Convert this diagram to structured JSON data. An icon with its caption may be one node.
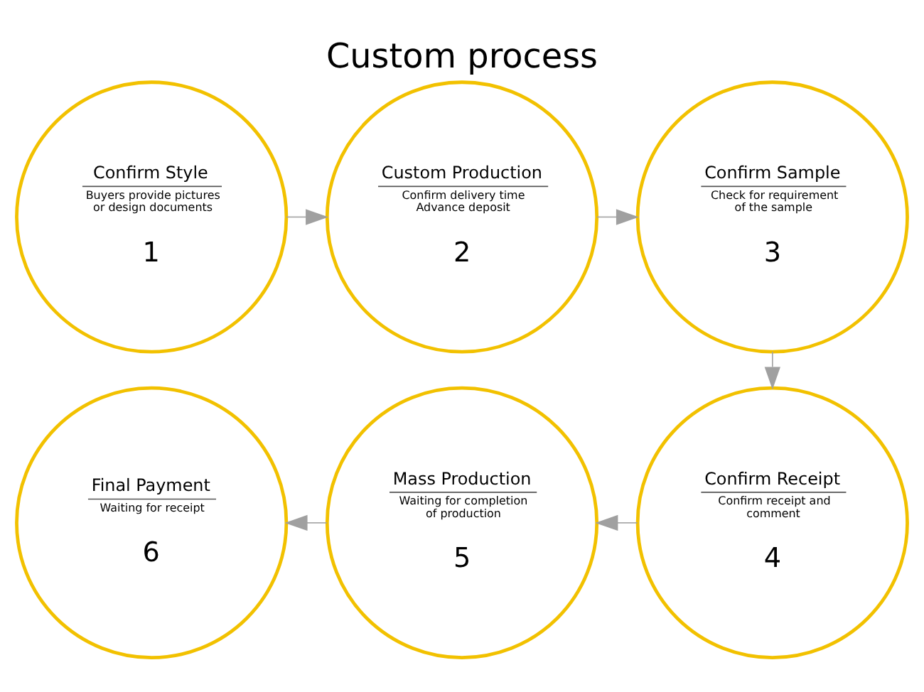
{
  "diagram": {
    "title": "Custom process",
    "nodes": [
      {
        "text": [
          "Confirm Style",
          "Buyers provide pictures or design documents",
          "1"
        ]
      },
      {
        "text": [
          "Custom Production",
          "Confirm delivery time Advance deposit",
          "2"
        ]
      },
      {
        "text": [
          "Confirm Sample",
          "Check for requirement of the sample",
          "3"
        ]
      },
      {
        "text": [
          "Confirm Receipt",
          "Confirm receipt and comment",
          "4"
        ]
      },
      {
        "text": [
          "Mass Production",
          "Waiting for completion of production",
          "5"
        ]
      },
      {
        "text": [
          "Final Payment",
          "Waiting for receipt",
          "6"
        ]
      }
    ],
    "edges": [
      {
        "from": 0,
        "to": 1,
        "arrow": "to"
      },
      {
        "from": 1,
        "to": 2,
        "arrow": "to"
      },
      {
        "from": 2,
        "to": 3,
        "arrow": "to"
      },
      {
        "from": 3,
        "to": 4,
        "arrow": "to"
      },
      {
        "from": 4,
        "to": 5,
        "arrow": "to"
      }
    ]
  }
}
